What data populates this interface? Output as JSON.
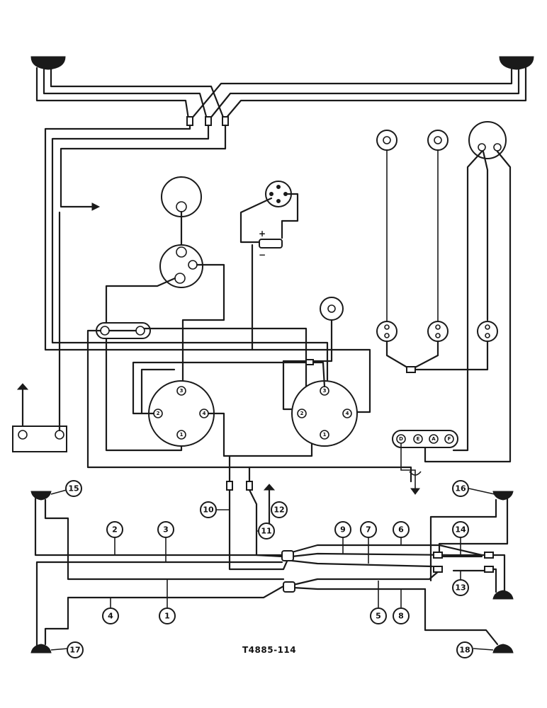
{
  "drawing_number": "T4885-114",
  "callouts": [
    "1",
    "2",
    "3",
    "4",
    "5",
    "6",
    "7",
    "8",
    "9",
    "10",
    "11",
    "12",
    "13",
    "14",
    "15",
    "16",
    "17",
    "18"
  ],
  "terminal_labels": {
    "switch_left": [
      "3",
      "2",
      "4",
      "1"
    ],
    "switch_right": [
      "3",
      "2",
      "4",
      "1"
    ],
    "junction_block": [
      "D",
      "E",
      "A",
      "F"
    ]
  },
  "polarity": {
    "positive": "+",
    "negative": "−"
  }
}
